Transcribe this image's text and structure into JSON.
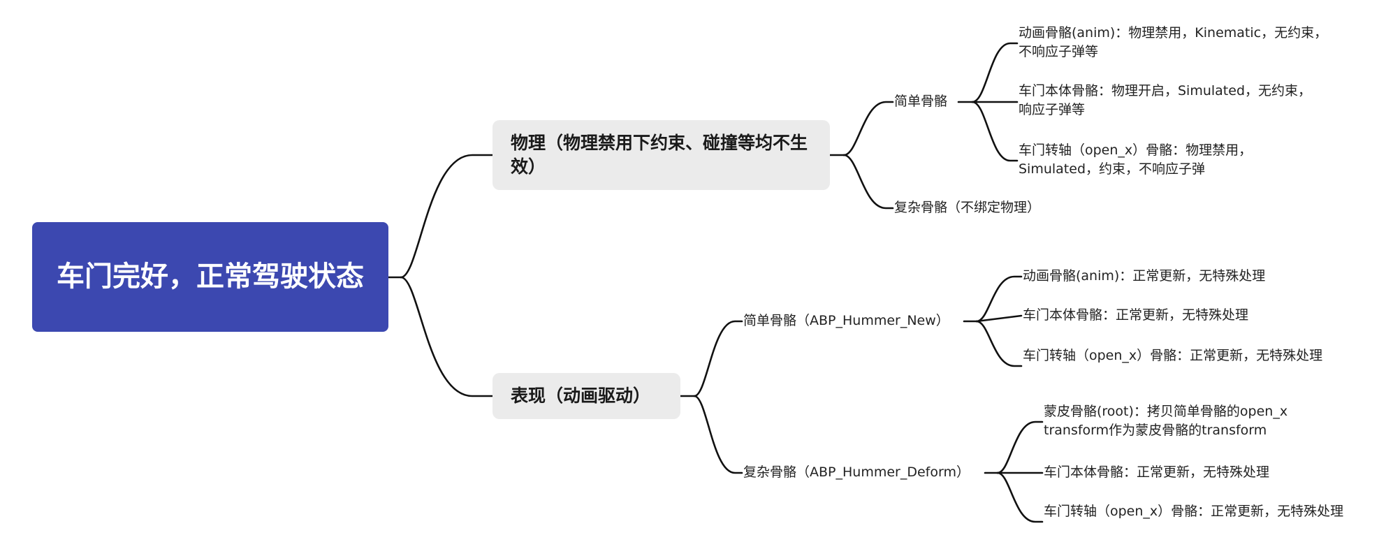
{
  "root": {
    "title": "车门完好，正常驾驶状态"
  },
  "branches": [
    {
      "title": "物理（物理禁用下约束、碰撞等均不生效）",
      "children": [
        {
          "title": "简单骨骼",
          "children": [
            "动画骨骼(anim)：物理禁用，Kinematic，无约束，不响应子弹等",
            "车门本体骨骼：物理开启，Simulated，无约束，响应子弹等",
            "车门转轴（open_x）骨骼：物理禁用，Simulated，约束，不响应子弹"
          ]
        },
        {
          "title": "复杂骨骼（不绑定物理）",
          "children": []
        }
      ]
    },
    {
      "title": "表现（动画驱动）",
      "children": [
        {
          "title": "简单骨骼（ABP_Hummer_New）",
          "children": [
            "动画骨骼(anim)：正常更新，无特殊处理",
            "车门本体骨骼：正常更新，无特殊处理",
            "车门转轴（open_x）骨骼：正常更新，无特殊处理"
          ]
        },
        {
          "title": "复杂骨骼（ABP_Hummer_Deform）",
          "children": [
            "蒙皮骨骼(root)：拷贝简单骨骼的open_x transform作为蒙皮骨骼的transform",
            "车门本体骨骼：正常更新，无特殊处理",
            "车门转轴（open_x）骨骼：正常更新，无特殊处理"
          ]
        }
      ]
    }
  ]
}
